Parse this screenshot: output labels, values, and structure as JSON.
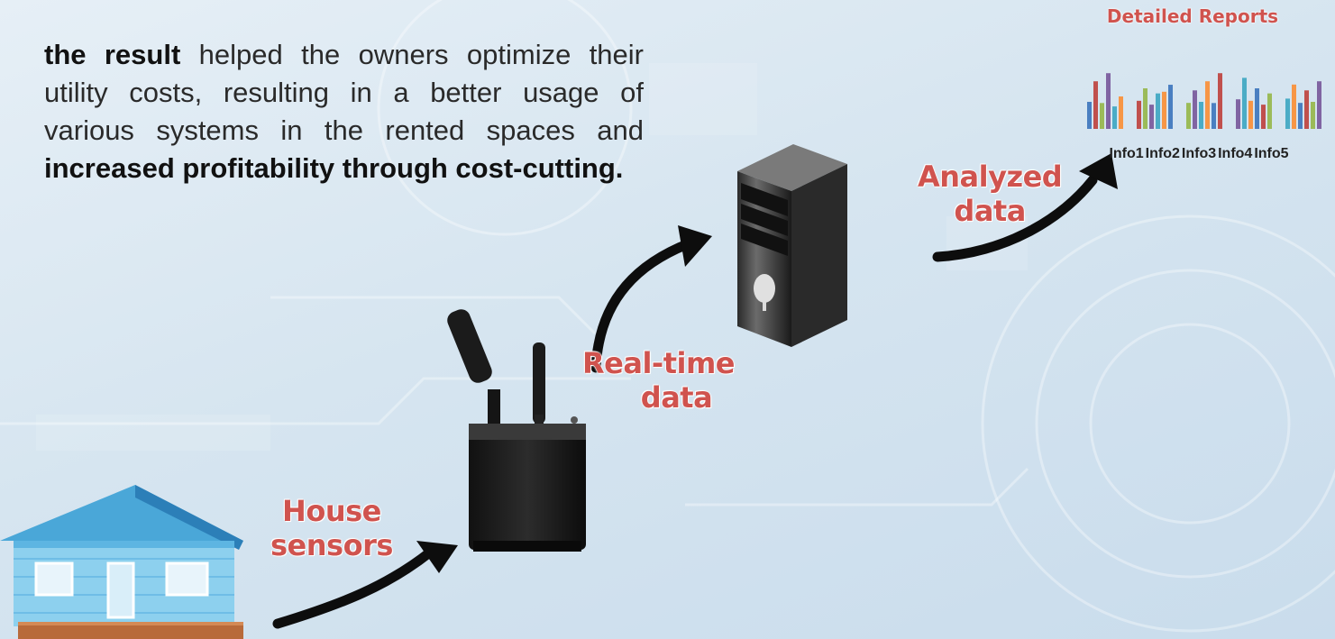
{
  "paragraph": {
    "lead_bold": "the result",
    "middle": "helped the owners optimize their utility costs, resulting in a better usage of various systems in the rented spaces and",
    "tail_bold": "increased profitability through cost-cutting."
  },
  "labels": {
    "house_sensors": [
      "House",
      "sensors"
    ],
    "real_time_data": [
      "Real-time",
      "data"
    ],
    "analyzed_data": [
      "Analyzed",
      "data"
    ]
  },
  "reports": {
    "title": "Detailed Reports",
    "groups": [
      "Info1",
      "Info2",
      "Info3",
      "Info4",
      "Info5"
    ]
  },
  "colors": {
    "label_red": "#d0534e",
    "bar_colors": [
      "#4a7fc1",
      "#c0504d",
      "#9bbb59",
      "#8064a2",
      "#4bacc6",
      "#f79646"
    ]
  }
}
